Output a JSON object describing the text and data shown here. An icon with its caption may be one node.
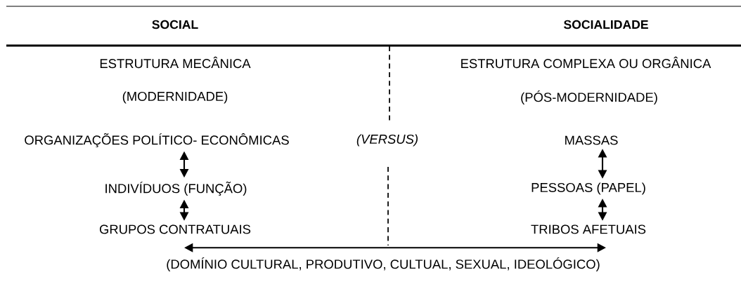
{
  "diagram": {
    "nodes": [
      {
        "text": [
          "ORGANIZAÇÕES POLÍTICO- ECONÔMICAS"
        ]
      },
      {
        "text": [
          "MASSAS"
        ]
      },
      {
        "text": [
          "INDIVÍDUOS (FUNÇÃO)"
        ]
      },
      {
        "text": [
          "PESSOAS (PAPEL)"
        ]
      },
      {
        "text": [
          "GRUPOS CONTRATUAIS"
        ]
      },
      {
        "text": [
          "TRIBOS AFETUAIS"
        ]
      }
    ],
    "edges": [
      {
        "from": 0,
        "to": 2,
        "arrow": "both"
      },
      {
        "from": 2,
        "to": 4,
        "arrow": "both"
      },
      {
        "from": 1,
        "to": 3,
        "arrow": "both"
      },
      {
        "from": 3,
        "to": 5,
        "arrow": "both"
      },
      {
        "from": 4,
        "to": 5,
        "arrow": "both"
      }
    ],
    "labels": [
      "SOCIAL",
      "SOCIALIDADE",
      "ESTRUTURA  MECÂNICA",
      "ESTRUTURA COMPLEXA OU ORGÂNICA",
      "(MODERNIDADE)",
      "(PÓS-MODERNIDADE)",
      "(VERSUS)",
      "(DOMÍNIO CULTURAL, PRODUTIVO, CULTUAL, SEXUAL, IDEOLÓGICO)"
    ]
  }
}
